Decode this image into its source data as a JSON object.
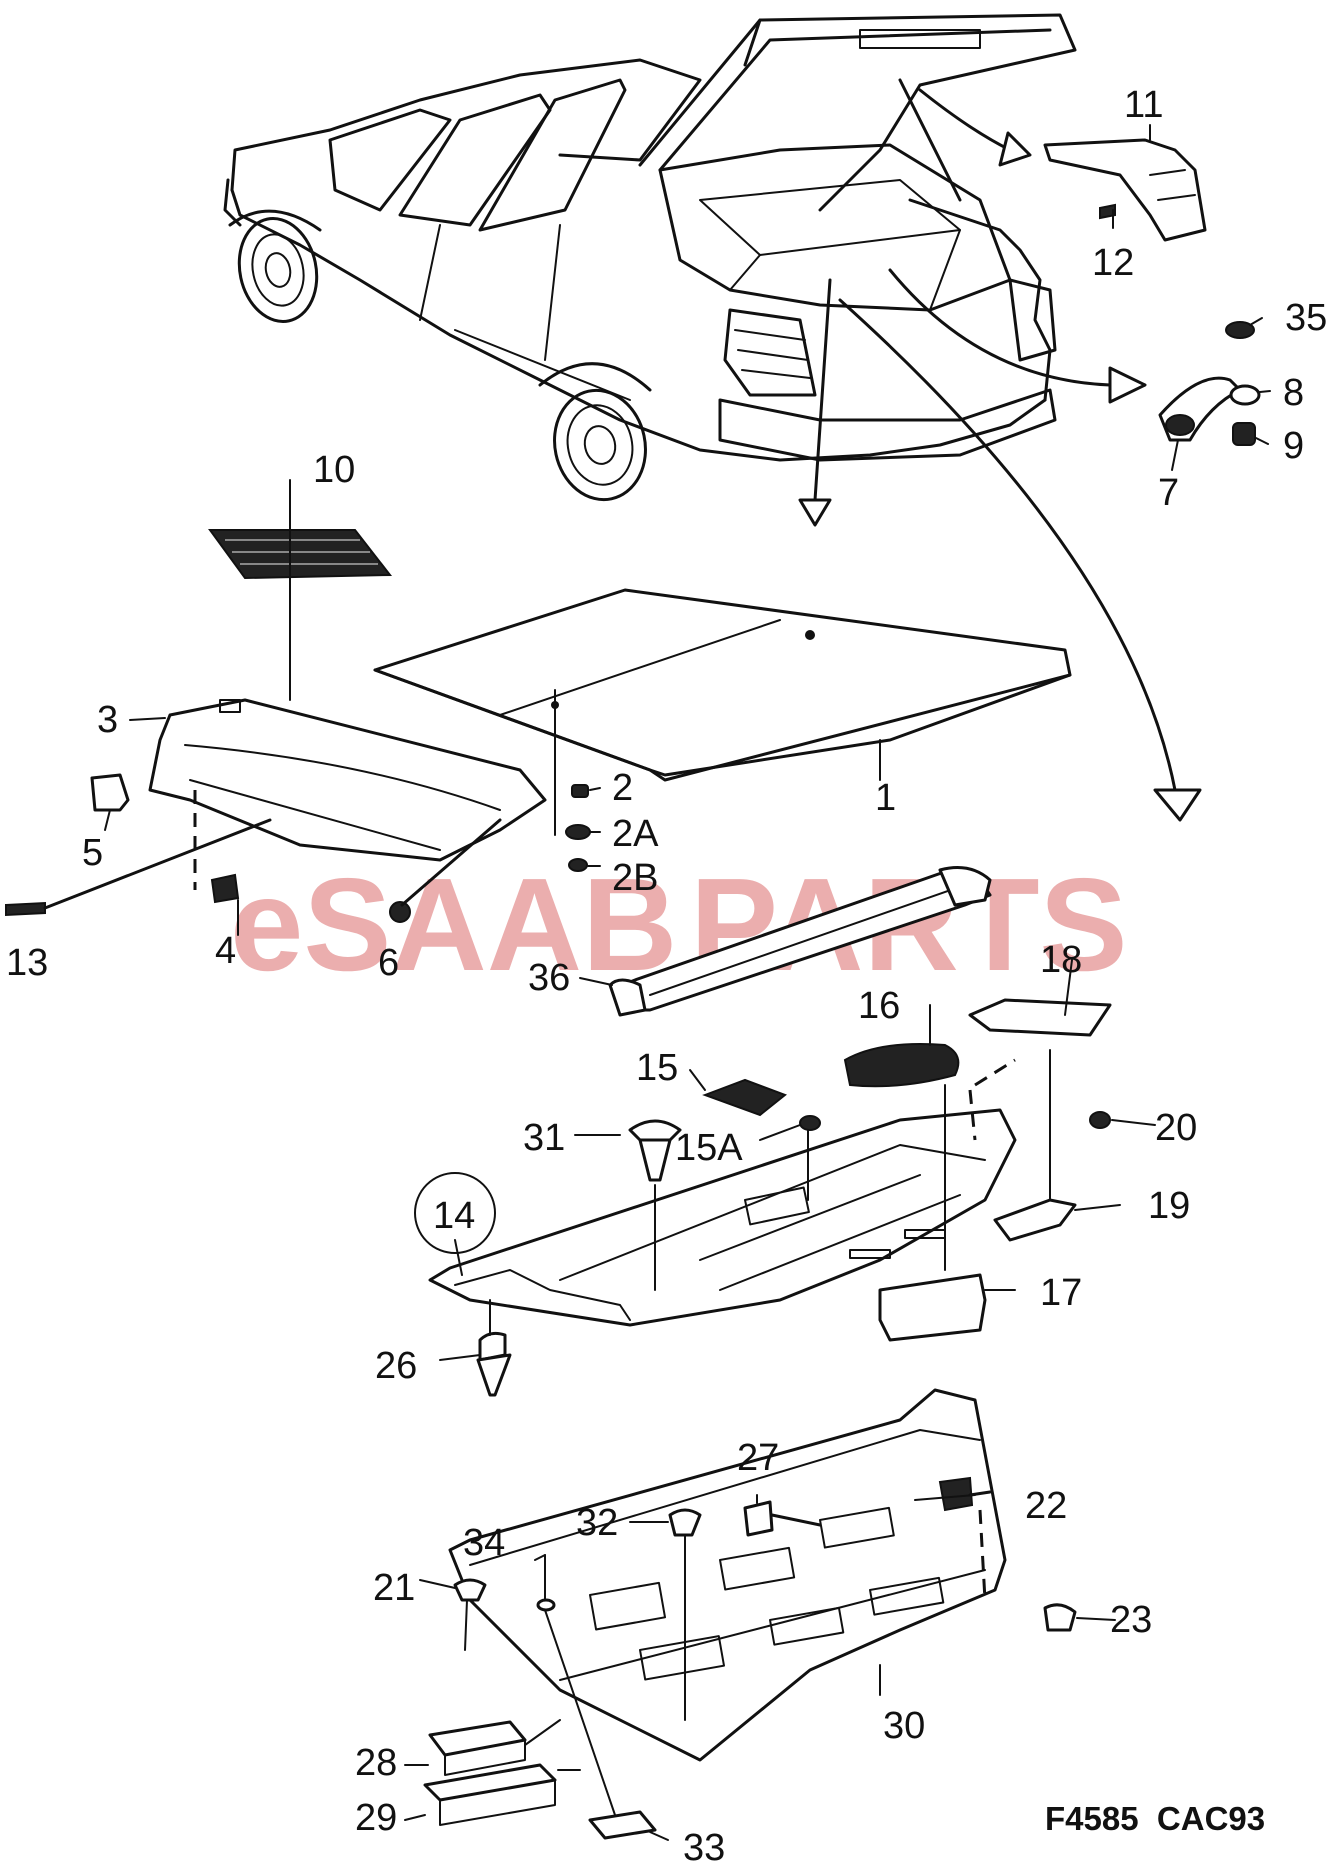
{
  "diagram": {
    "watermark": {
      "part1": "eSAAB",
      "part2": "PARTS",
      "color1": "#e8a0a0",
      "color2": "#e8a0a0"
    },
    "figure_code": "F4585  CAC93",
    "callouts": {
      "p1": "1",
      "p2": "2",
      "p2A": "2A",
      "p2B": "2B",
      "p3": "3",
      "p4": "4",
      "p5": "5",
      "p6": "6",
      "p7": "7",
      "p8": "8",
      "p9": "9",
      "p10": "10",
      "p11": "11",
      "p12": "12",
      "p13": "13",
      "p14": "14",
      "p15": "15",
      "p15A": "15A",
      "p16": "16",
      "p17": "17",
      "p18": "18",
      "p19": "19",
      "p20": "20",
      "p21": "21",
      "p22": "22",
      "p23": "23",
      "p26": "26",
      "p27": "27",
      "p28": "28",
      "p29": "29",
      "p30": "30",
      "p31": "31",
      "p32": "32",
      "p33": "33",
      "p34": "34",
      "p35": "35",
      "p36": "36"
    }
  }
}
